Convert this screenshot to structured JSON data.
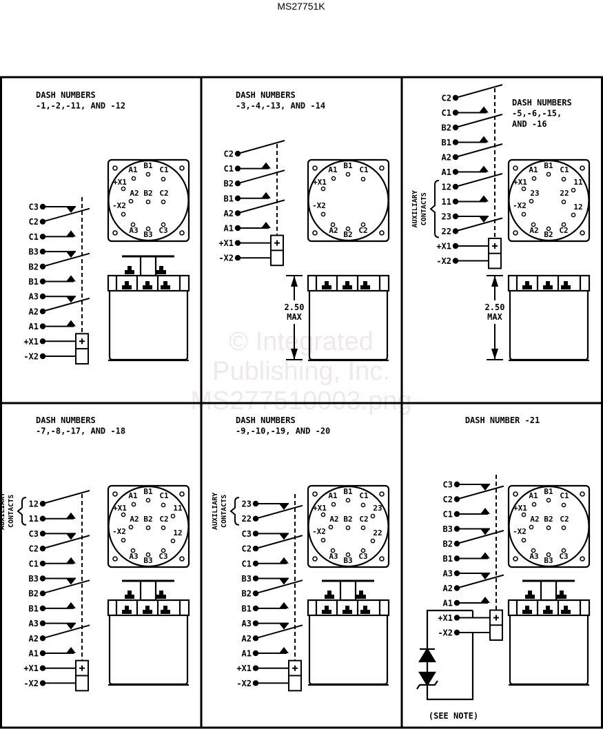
{
  "header": {
    "title": "MS27751K"
  },
  "watermark": [
    "© Integrated",
    "Publishing, Inc.",
    "MS277510003.png"
  ],
  "aux_label": [
    "AUXILIARY",
    "CONTACTS"
  ],
  "dimension": {
    "value": "2.50",
    "note": "MAX"
  },
  "see_note": "(SEE NOTE)",
  "panels": [
    {
      "title": [
        "DASH NUMBERS",
        "-1,-2,-11, AND -12"
      ],
      "terminals": [
        {
          "label": "C3",
          "type": "nc"
        },
        {
          "label": "C2",
          "type": "arm"
        },
        {
          "label": "C1",
          "type": "no"
        },
        {
          "label": "B3",
          "type": "nc"
        },
        {
          "label": "B2",
          "type": "arm"
        },
        {
          "label": "B1",
          "type": "no"
        },
        {
          "label": "A3",
          "type": "nc"
        },
        {
          "label": "A2",
          "type": "arm"
        },
        {
          "label": "A1",
          "type": "no"
        },
        {
          "label": "+X1",
          "type": "coil_pos"
        },
        {
          "label": "-X2",
          "type": "coil_neg"
        }
      ],
      "pins": [
        [
          "tl",
          "A1"
        ],
        [
          "tm",
          "B1"
        ],
        [
          "tr",
          "C1"
        ],
        [
          "x1",
          "+X1"
        ],
        [
          "ml",
          "A2"
        ],
        [
          "mm",
          "B2"
        ],
        [
          "mr",
          "C2"
        ],
        [
          "x2",
          "-X2"
        ],
        [
          "bl",
          "A3"
        ],
        [
          "bm",
          "B3"
        ],
        [
          "br",
          "C3"
        ]
      ],
      "auxiliary": false,
      "dimension": false,
      "relay_top": true,
      "diode": false
    },
    {
      "title": [
        "DASH NUMBERS",
        "-3,-4,-13, AND -14"
      ],
      "terminals": [
        {
          "label": "C2",
          "type": "arm"
        },
        {
          "label": "C1",
          "type": "no"
        },
        {
          "label": "B2",
          "type": "arm"
        },
        {
          "label": "B1",
          "type": "no"
        },
        {
          "label": "A2",
          "type": "arm"
        },
        {
          "label": "A1",
          "type": "no"
        },
        {
          "label": "+X1",
          "type": "coil_pos"
        },
        {
          "label": "-X2",
          "type": "coil_neg"
        }
      ],
      "pins": [
        [
          "tl",
          "A1"
        ],
        [
          "tm",
          "B1"
        ],
        [
          "tr",
          "C1"
        ],
        [
          "x1",
          "+X1"
        ],
        [
          "x2",
          "-X2"
        ],
        [
          "bl",
          "A2"
        ],
        [
          "bm",
          "B2"
        ],
        [
          "br",
          "C2"
        ]
      ],
      "auxiliary": false,
      "dimension": true,
      "relay_top": false,
      "diode": false
    },
    {
      "title": [
        "DASH NUMBERS",
        "-5,-6,-15,",
        "AND -16"
      ],
      "terminals": [
        {
          "label": "C2",
          "type": "arm"
        },
        {
          "label": "C1",
          "type": "no"
        },
        {
          "label": "B2",
          "type": "arm"
        },
        {
          "label": "B1",
          "type": "no"
        },
        {
          "label": "A2",
          "type": "arm"
        },
        {
          "label": "A1",
          "type": "no"
        },
        {
          "label": "12",
          "type": "arm"
        },
        {
          "label": "11",
          "type": "no"
        },
        {
          "label": "23",
          "type": "nc"
        },
        {
          "label": "22",
          "type": "arm"
        },
        {
          "label": "+X1",
          "type": "coil_pos"
        },
        {
          "label": "-X2",
          "type": "coil_neg"
        }
      ],
      "pins": [
        [
          "tl",
          "A1"
        ],
        [
          "tm",
          "B1"
        ],
        [
          "tr",
          "C1"
        ],
        [
          "x1",
          "+X1"
        ],
        [
          "r1",
          "11"
        ],
        [
          "ml",
          "23"
        ],
        [
          "mr",
          "22"
        ],
        [
          "x2",
          "-X2"
        ],
        [
          "r2",
          "12"
        ],
        [
          "bl",
          "A2"
        ],
        [
          "bm",
          "B2"
        ],
        [
          "br",
          "C2"
        ]
      ],
      "auxiliary": true,
      "dimension": true,
      "relay_top": false,
      "diode": false
    },
    {
      "title": [
        "DASH NUMBERS",
        "-7,-8,-17, AND -18"
      ],
      "terminals": [
        {
          "label": "12",
          "type": "arm"
        },
        {
          "label": "11",
          "type": "no"
        },
        {
          "label": "C3",
          "type": "nc"
        },
        {
          "label": "C2",
          "type": "arm"
        },
        {
          "label": "C1",
          "type": "no"
        },
        {
          "label": "B3",
          "type": "nc"
        },
        {
          "label": "B2",
          "type": "arm"
        },
        {
          "label": "B1",
          "type": "no"
        },
        {
          "label": "A3",
          "type": "nc"
        },
        {
          "label": "A2",
          "type": "arm"
        },
        {
          "label": "A1",
          "type": "no"
        },
        {
          "label": "+X1",
          "type": "coil_pos"
        },
        {
          "label": "-X2",
          "type": "coil_neg"
        }
      ],
      "pins": [
        [
          "tl",
          "A1"
        ],
        [
          "tm",
          "B1"
        ],
        [
          "tr",
          "C1"
        ],
        [
          "x1",
          "+X1"
        ],
        [
          "r1",
          "11"
        ],
        [
          "ml",
          "A2"
        ],
        [
          "mm",
          "B2"
        ],
        [
          "mr",
          "C2"
        ],
        [
          "x2",
          "-X2"
        ],
        [
          "r2",
          "12"
        ],
        [
          "bl",
          "A3"
        ],
        [
          "bm",
          "B3"
        ],
        [
          "br",
          "C3"
        ]
      ],
      "auxiliary": true,
      "dimension": false,
      "relay_top": true,
      "diode": false
    },
    {
      "title": [
        "DASH NUMBERS",
        "-9,-10,-19, AND -20"
      ],
      "terminals": [
        {
          "label": "23",
          "type": "nc"
        },
        {
          "label": "22",
          "type": "arm"
        },
        {
          "label": "C3",
          "type": "nc"
        },
        {
          "label": "C2",
          "type": "arm"
        },
        {
          "label": "C1",
          "type": "no"
        },
        {
          "label": "B3",
          "type": "nc"
        },
        {
          "label": "B2",
          "type": "arm"
        },
        {
          "label": "B1",
          "type": "no"
        },
        {
          "label": "A3",
          "type": "nc"
        },
        {
          "label": "A2",
          "type": "arm"
        },
        {
          "label": "A1",
          "type": "no"
        },
        {
          "label": "+X1",
          "type": "coil_pos"
        },
        {
          "label": "-X2",
          "type": "coil_neg"
        }
      ],
      "pins": [
        [
          "tl",
          "A1"
        ],
        [
          "tm",
          "B1"
        ],
        [
          "tr",
          "C1"
        ],
        [
          "x1",
          "+X1"
        ],
        [
          "r1",
          "23"
        ],
        [
          "ml",
          "A2"
        ],
        [
          "mm",
          "B2"
        ],
        [
          "mr",
          "C2"
        ],
        [
          "x2",
          "-X2"
        ],
        [
          "r2",
          "22"
        ],
        [
          "bl",
          "A3"
        ],
        [
          "bm",
          "B3"
        ],
        [
          "br",
          "C3"
        ]
      ],
      "auxiliary": true,
      "dimension": false,
      "relay_top": true,
      "diode": false
    },
    {
      "title": [
        "DASH NUMBER -21"
      ],
      "terminals": [
        {
          "label": "C3",
          "type": "nc"
        },
        {
          "label": "C2",
          "type": "arm"
        },
        {
          "label": "C1",
          "type": "no"
        },
        {
          "label": "B3",
          "type": "nc"
        },
        {
          "label": "B2",
          "type": "arm"
        },
        {
          "label": "B1",
          "type": "no"
        },
        {
          "label": "A3",
          "type": "nc"
        },
        {
          "label": "A2",
          "type": "arm"
        },
        {
          "label": "A1",
          "type": "no"
        },
        {
          "label": "+X1",
          "type": "coil_pos"
        },
        {
          "label": "-X2",
          "type": "coil_neg"
        }
      ],
      "pins": [
        [
          "tl",
          "A1"
        ],
        [
          "tm",
          "B1"
        ],
        [
          "tr",
          "C1"
        ],
        [
          "x1",
          "+X1"
        ],
        [
          "ml",
          "A2"
        ],
        [
          "mm",
          "B2"
        ],
        [
          "mr",
          "C2"
        ],
        [
          "x2",
          "-X2"
        ],
        [
          "bl",
          "A3"
        ],
        [
          "bm",
          "B3"
        ],
        [
          "br",
          "C3"
        ]
      ],
      "auxiliary": false,
      "dimension": false,
      "relay_top": true,
      "diode": true
    }
  ]
}
